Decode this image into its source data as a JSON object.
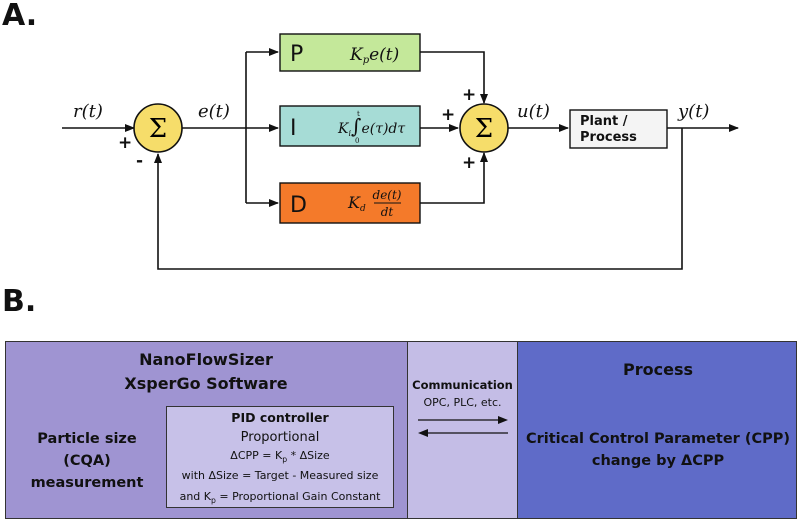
{
  "panel_a": {
    "label": "A.",
    "signals": {
      "r": "r(t)",
      "e": "e(t)",
      "u": "u(t)",
      "y": "y(t)"
    },
    "sum_symbol": "Σ",
    "signs": {
      "plus": "+",
      "minus": "-"
    },
    "blocks": {
      "p": {
        "letter": "P",
        "formula": "Kpe(t)",
        "color": "#c4e89a"
      },
      "i": {
        "letter": "I",
        "formula": "Ki∫e(τ)dτ",
        "limit_top": "t",
        "limit_bottom": "0",
        "color": "#a6dcd6"
      },
      "d": {
        "letter": "D",
        "formula": "Kd de(t)/dt",
        "color": "#f47a2a"
      }
    },
    "plant": {
      "line1": "Plant /",
      "line2": "Process"
    }
  },
  "panel_b": {
    "label": "B.",
    "nanoflowsizer": {
      "title_line1": "NanoFlowSizer",
      "title_line2": "XsperGo Software",
      "measure_line1": "Particle size (CQA)",
      "measure_line2": "measurement",
      "color": "#9f94d2"
    },
    "pid": {
      "title": "PID controller",
      "mode": "Proportional",
      "line1_prefix": "ΔCPP = K",
      "line1_suffix": " * ΔSize",
      "line2": "with ΔSize = Target - Measured size",
      "line3_prefix": "and K",
      "line3_suffix": " = Proportional Gain Constant",
      "subscript": "p"
    },
    "communication": {
      "title": "Communication",
      "sub": "OPC, PLC, etc.",
      "color": "#c4bde6"
    },
    "process": {
      "title": "Process",
      "line1": "Critical Control Parameter (CPP)",
      "line2": "change by ΔCPP",
      "color": "#5f6bc8"
    }
  }
}
